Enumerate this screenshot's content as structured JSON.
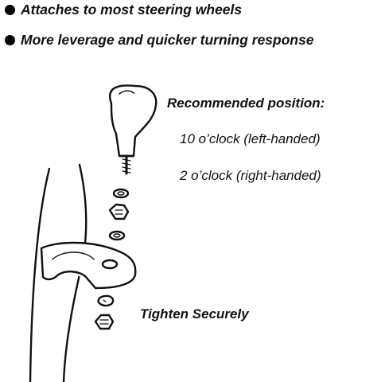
{
  "bullets": [
    "Attaches to most steering wheels",
    "More leverage and quicker turning response"
  ],
  "recommended": {
    "heading": "Recommended position:",
    "left": "10 o’clock (left-handed)",
    "right": "2 o’clock (right-handed)"
  },
  "tighten": "Tighten Securely",
  "icons": [
    "bullet-dot-icon",
    "knob-icon",
    "washer-icon",
    "nut-icon",
    "clamp-icon",
    "lock-washer-icon",
    "steering-wheel-rim-icon"
  ]
}
